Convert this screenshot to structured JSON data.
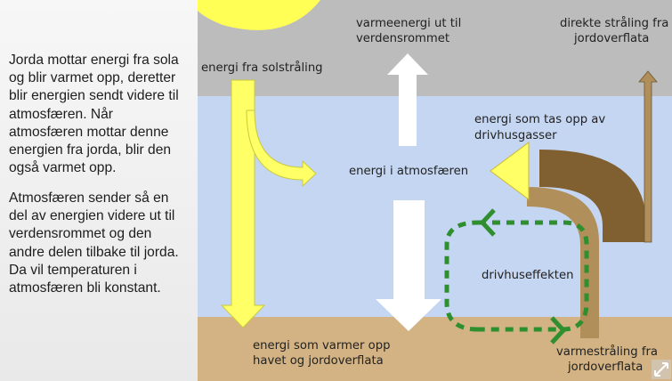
{
  "intro": {
    "paragraph1": "Jorda mottar energi fra sola og blir varmet opp, deretter blir energien sendt videre til atmosfæren. Når atmosfæren mottar denne energien fra jorda, blir den også varmet opp.",
    "paragraph2": "Atmosfæren sender så en del av energien videre ut til verdensrommet og den andre delen tilbake til jorda. Da vil temperaturen i atmosfæren bli konstant."
  },
  "diagram": {
    "colors": {
      "space": "#bcbcbc",
      "atmosphere": "#c5d6f2",
      "ground": "#d3b383",
      "sun": "#ffff55",
      "solar_arrow": "#ffff66",
      "white_arrow": "#ffffff",
      "brown_arrow": "#806030",
      "tan_arrow": "#b18f5a",
      "greenhouse_loop": "#2f8f2f"
    },
    "labels": {
      "solar": "energi fra solstråling",
      "to_space_line1": "varmeenergi ut til",
      "to_space_line2": "verdensrommet",
      "direct_line1": "direkte stråling fra",
      "direct_line2": "jordoverflata",
      "absorbed_line1": "energi som tas opp av",
      "absorbed_line2": "drivhusgasser",
      "atmosphere": "energi i atmosfæren",
      "greenhouse": "drivhuseffekten",
      "warms_line1": "energi som varmer opp",
      "warms_line2": "havet og jordoverflata",
      "ground_rad_line1": "varmestråling fra",
      "ground_rad_line2": "jordoverflata"
    },
    "expand_icon": "expand-arrows-icon"
  }
}
